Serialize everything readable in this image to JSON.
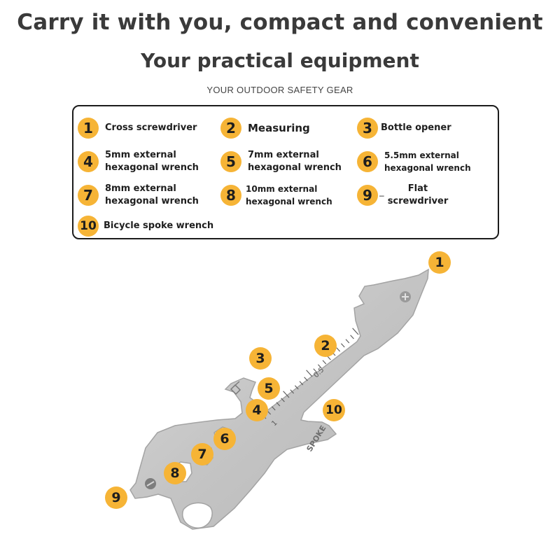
{
  "header": {
    "headline": "Carry it with you, compact and convenient",
    "subhead": "Your practical equipment",
    "tagline": "YOUR OUTDOOR SAFETY GEAR"
  },
  "legend": [
    {
      "number": "1",
      "label": "Cross screwdriver"
    },
    {
      "number": "2",
      "label": "Measuring"
    },
    {
      "number": "3",
      "label": "Bottle opener"
    },
    {
      "number": "4",
      "label": "5mm external\nhexagonal wrench"
    },
    {
      "number": "5",
      "label": "7mm external\nhexagonal wrench"
    },
    {
      "number": "6",
      "label": "5.5mm external\nhexagonal wrench"
    },
    {
      "number": "7",
      "label": "8mm external\nhexagonal wrench"
    },
    {
      "number": "8",
      "label": "10mm external\nhexagonal wrench"
    },
    {
      "number": "9",
      "label": "Flat\nscrewdriver"
    },
    {
      "number": "10",
      "label": "Bicycle spoke wrench"
    }
  ],
  "tool": {
    "engraving": "SPOKE",
    "ruler_marks": [
      "1",
      "0.5"
    ],
    "callouts": [
      "1",
      "2",
      "3",
      "5",
      "4",
      "10",
      "6",
      "7",
      "8",
      "9"
    ]
  },
  "colors": {
    "accent": "#f6b436",
    "steel": "#c9c9c9",
    "steel_edge": "#a9a9a9",
    "text": "#1e1e1e"
  }
}
